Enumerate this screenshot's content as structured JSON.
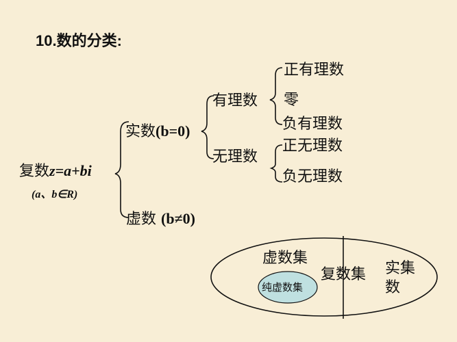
{
  "title": "10.数的分类:",
  "tree": {
    "root": {
      "label_cn": "复数",
      "label_formula": "z=a+bi",
      "condition": "(a、b∈R)"
    },
    "real": {
      "label_cn": "实数",
      "condition": "(b=0)"
    },
    "imag": {
      "label_cn": "虚数",
      "condition": "(b≠0)"
    },
    "rational": {
      "label": "有理数",
      "children": [
        "正有理数",
        "零",
        "负有理数"
      ]
    },
    "irrational": {
      "label": "无理数",
      "children": [
        "正无理数",
        "负无理数"
      ]
    }
  },
  "venn": {
    "outer_label": "复数集",
    "left_label": "虚数集",
    "inner_label": "纯虚数集",
    "right_label_line1": "实集",
    "right_label_line2": "数",
    "inner_fill": "#bfe0e0",
    "stroke": "#111111"
  },
  "colors": {
    "background": "#f8eed6",
    "text": "#111111"
  }
}
